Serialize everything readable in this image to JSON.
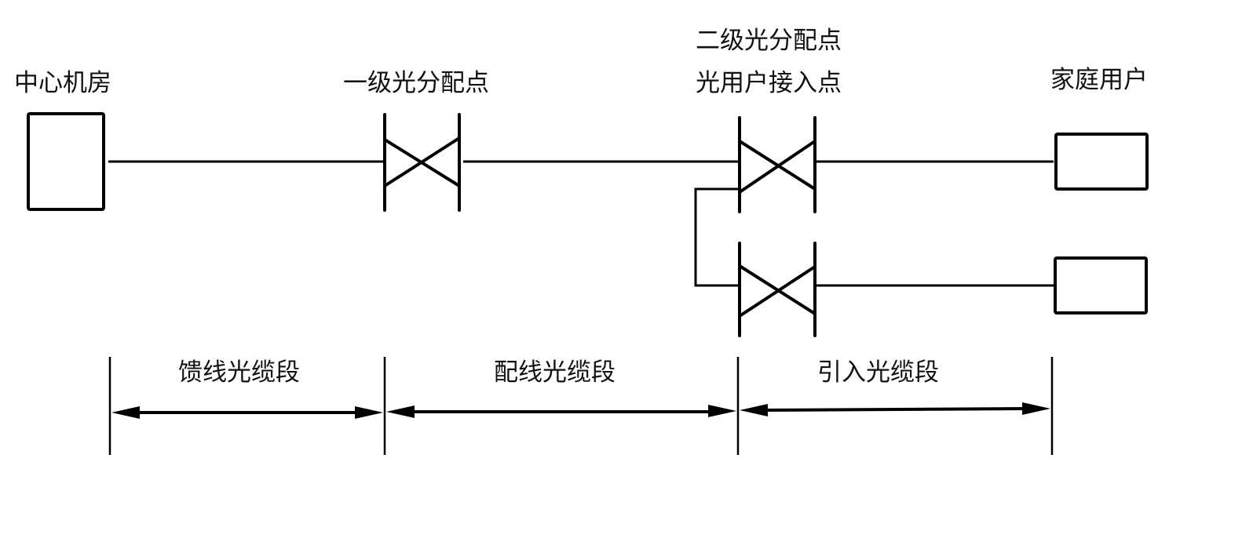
{
  "diagram": {
    "type": "fiber-access-network",
    "nodes": {
      "central_office": {
        "label": "中心机房"
      },
      "primary_splitter": {
        "label": "一级光分配点"
      },
      "secondary_splitter": {
        "label_line1": "二级光分配点",
        "label_line2": "光用户接入点"
      },
      "home_user": {
        "label": "家庭用户"
      }
    },
    "segments": [
      {
        "label": "馈线光缆段",
        "from": "central_office",
        "to": "primary_splitter"
      },
      {
        "label": "配线光缆段",
        "from": "primary_splitter",
        "to": "secondary_splitter"
      },
      {
        "label": "引入光缆段",
        "from": "secondary_splitter",
        "to": "home_user"
      }
    ],
    "colors": {
      "stroke": "#000000",
      "background": "#ffffff"
    }
  }
}
